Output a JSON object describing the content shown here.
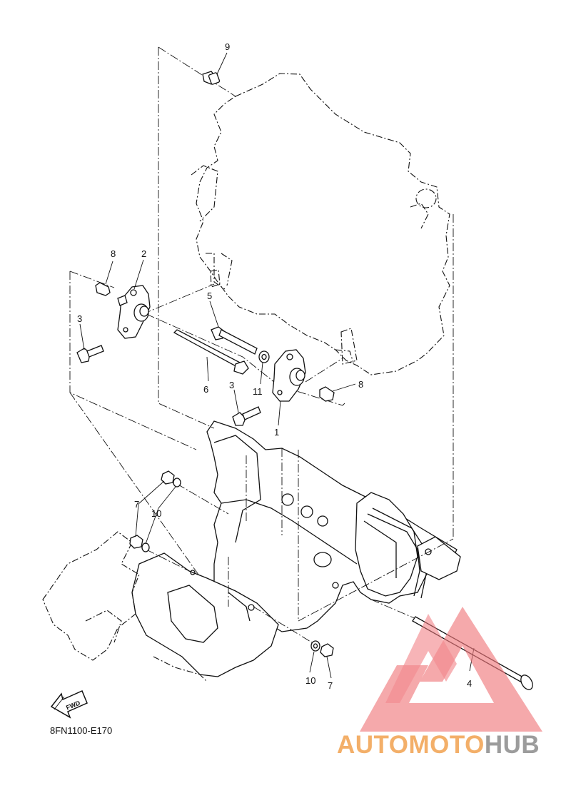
{
  "diagram_code": "8FN1100-E170",
  "fwd_arrow_label": "FWD",
  "callouts": [
    {
      "id": "c9",
      "label": "9"
    },
    {
      "id": "c8a",
      "label": "8"
    },
    {
      "id": "c2",
      "label": "2"
    },
    {
      "id": "c3a",
      "label": "3"
    },
    {
      "id": "c5",
      "label": "5"
    },
    {
      "id": "c6",
      "label": "6"
    },
    {
      "id": "c11",
      "label": "11"
    },
    {
      "id": "c3b",
      "label": "3"
    },
    {
      "id": "c1",
      "label": "1"
    },
    {
      "id": "c8b",
      "label": "8"
    },
    {
      "id": "c7a",
      "label": "7"
    },
    {
      "id": "c10a",
      "label": "10"
    },
    {
      "id": "c10b",
      "label": "10"
    },
    {
      "id": "c7b",
      "label": "7"
    },
    {
      "id": "c4",
      "label": "4"
    }
  ],
  "watermark": {
    "part1": "AUTOMOTO",
    "part2": "HUB",
    "color_primary": "#f0787c",
    "color_accent": "#f5b54d",
    "color_gray": "#8b8b8b"
  }
}
